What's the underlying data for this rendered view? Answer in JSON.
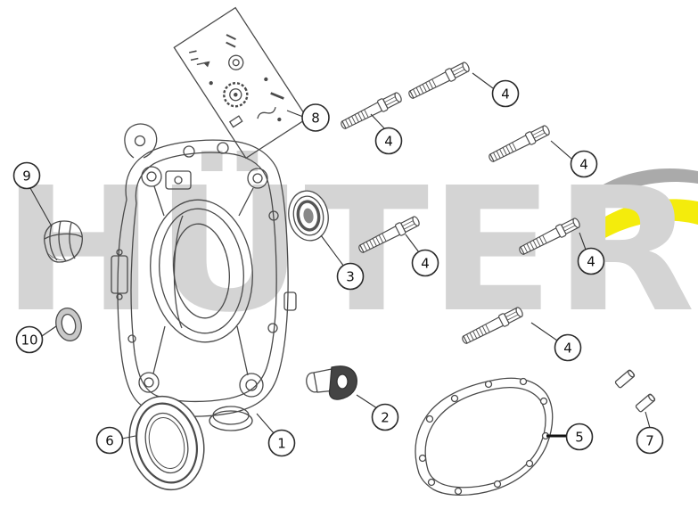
{
  "diagram": {
    "watermark": {
      "text": "HÜTER",
      "color": "#d4d4d4"
    },
    "logo": {
      "gray": "#aaaaaa",
      "red": "#dd3226",
      "yellow": "#f4ec0c"
    },
    "line_color": "#4a4a4a",
    "background": "#ffffff",
    "callouts": [
      "1",
      "2",
      "3",
      "4",
      "4",
      "4",
      "4",
      "4",
      "4",
      "5",
      "6",
      "7",
      "8",
      "9",
      "10"
    ]
  }
}
